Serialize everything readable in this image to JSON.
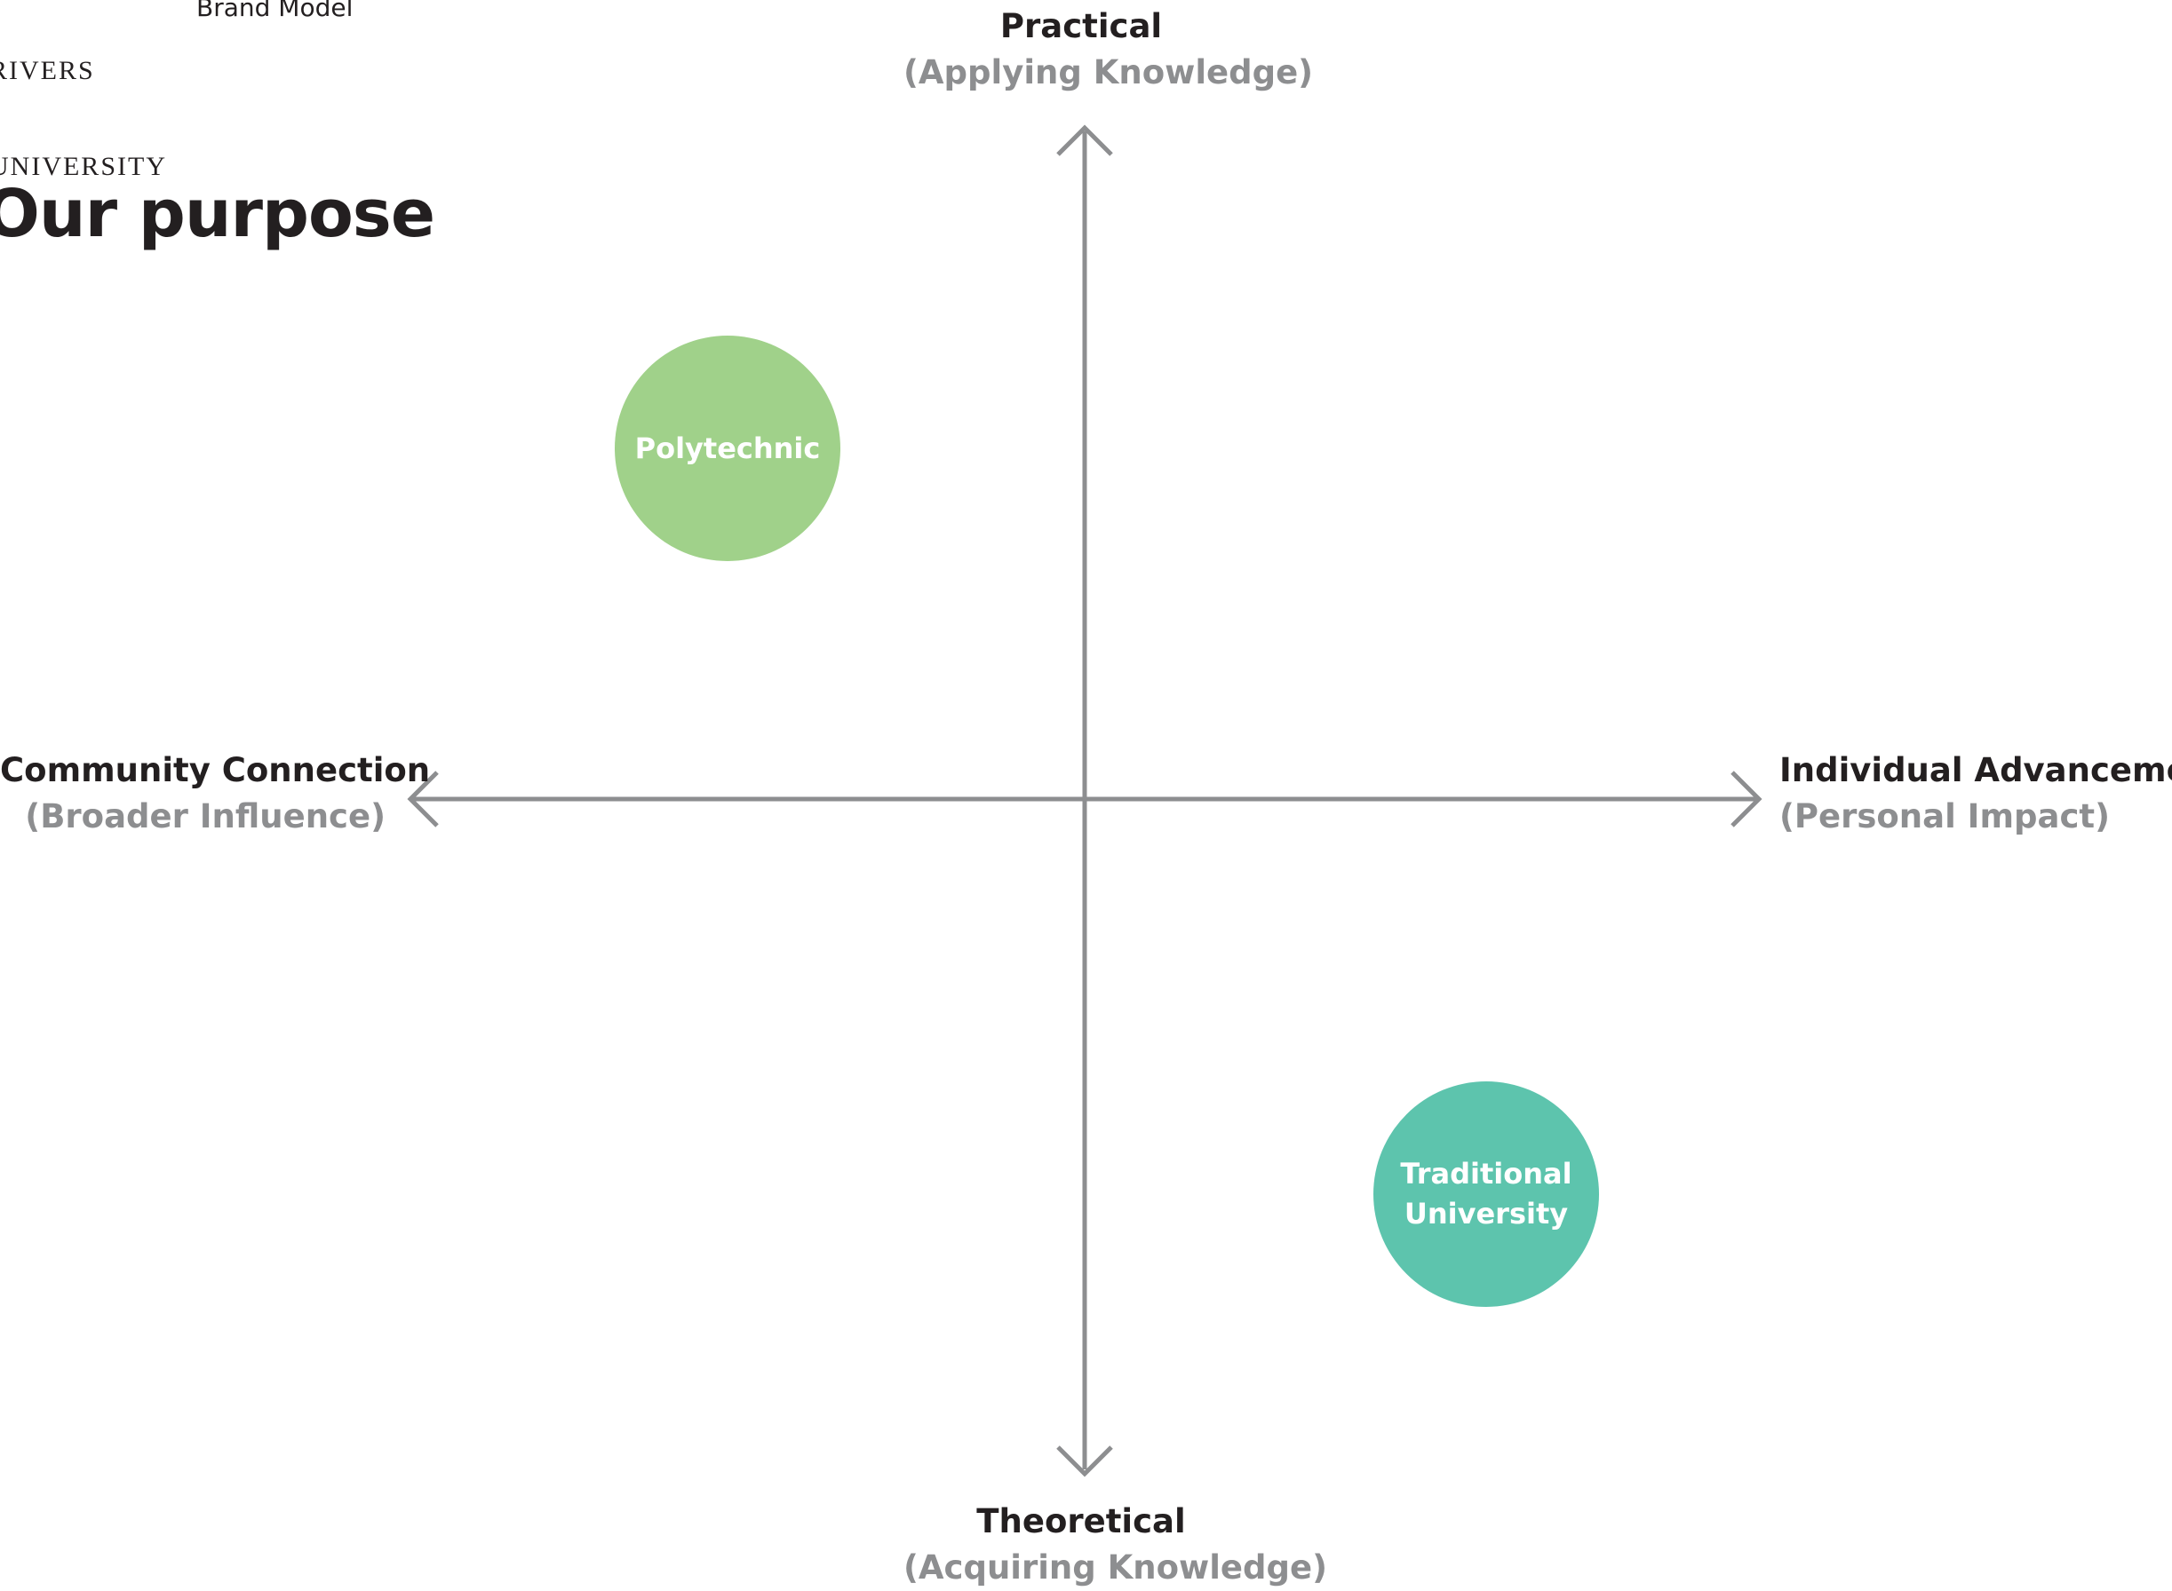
{
  "header": {
    "logo_lines": [
      "RIVERS",
      "UNIVERSITY"
    ],
    "section_label": "Brand Model"
  },
  "title": "Our purpose",
  "axes": {
    "top": {
      "label": "Practical",
      "sublabel": "(Applying Knowledge)"
    },
    "bottom": {
      "label": "Theoretical",
      "sublabel": "(Acquiring Knowledge)"
    },
    "left": {
      "label": "Community Connection",
      "sublabel": "(Broader Influence)"
    },
    "right": {
      "label": "Individual Advancement",
      "sublabel": "(Personal Impact)"
    },
    "color": "#8d8e90"
  },
  "nodes": [
    {
      "id": "polytechnic",
      "label": "Polytechnic",
      "color": "#a0d18a"
    },
    {
      "id": "traditional-university",
      "label_lines": [
        "Traditional",
        "University"
      ],
      "color": "#5dc4ad"
    }
  ],
  "colors": {
    "text_primary": "#231f20",
    "text_secondary": "#8d8e90",
    "background": "#ffffff"
  }
}
